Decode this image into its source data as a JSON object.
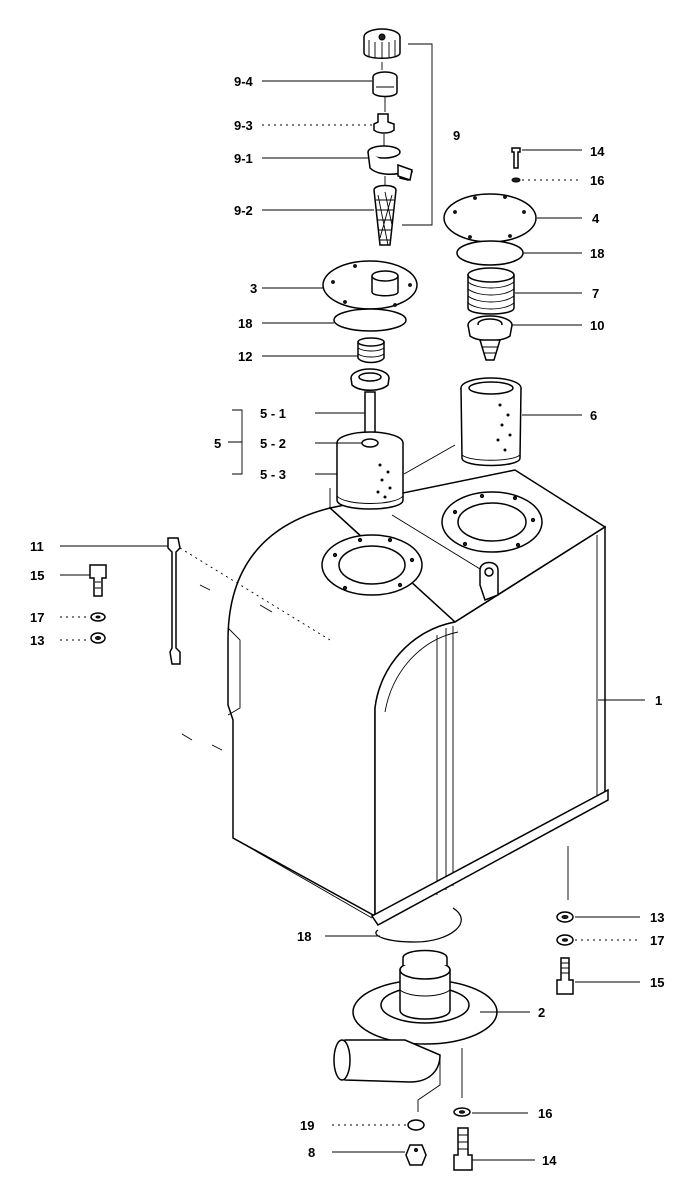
{
  "labels": {
    "l9_4": "9-4",
    "l9_3": "9-3",
    "l9_1": "9-1",
    "l9_2": "9-2",
    "l9": "9",
    "l14a": "14",
    "l16a": "16",
    "l4": "4",
    "l18a": "18",
    "l7": "7",
    "l10": "10",
    "l3": "3",
    "l18b": "18",
    "l12": "12",
    "l5_1": "5 - 1",
    "l5_2": "5 - 2",
    "l5_3": "5 - 3",
    "l5": "5",
    "l6": "6",
    "l11": "11",
    "l15a": "15",
    "l17a": "17",
    "l13a": "13",
    "l1": "1",
    "l13b": "13",
    "l17b": "17",
    "l15b": "15",
    "l18c": "18",
    "l2": "2",
    "l19": "19",
    "l16b": "16",
    "l8": "8",
    "l14b": "14"
  }
}
